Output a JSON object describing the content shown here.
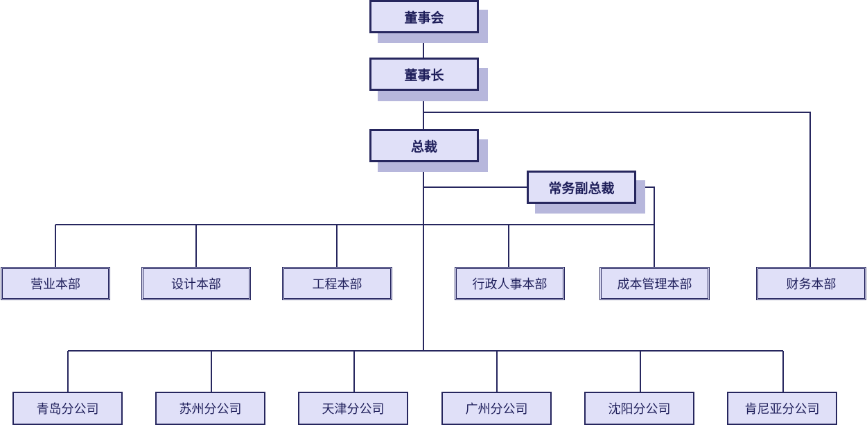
{
  "executives": {
    "board": "董事会",
    "chairman": "董事长",
    "president": "总裁",
    "executive_vp": "常务副总裁"
  },
  "departments": [
    "营业本部",
    "设计本部",
    "工程本部",
    "行政人事本部",
    "成本管理本部",
    "财务本部"
  ],
  "branches": [
    "青岛分公司",
    "苏州分公司",
    "天津分公司",
    "广州分公司",
    "沈阳分公司",
    "肯尼亚分公司"
  ],
  "colors": {
    "line": "#26265e",
    "box_fill": "#e0e0f8",
    "shadow": "#b7b7dc",
    "text": "#1e1e5a"
  }
}
